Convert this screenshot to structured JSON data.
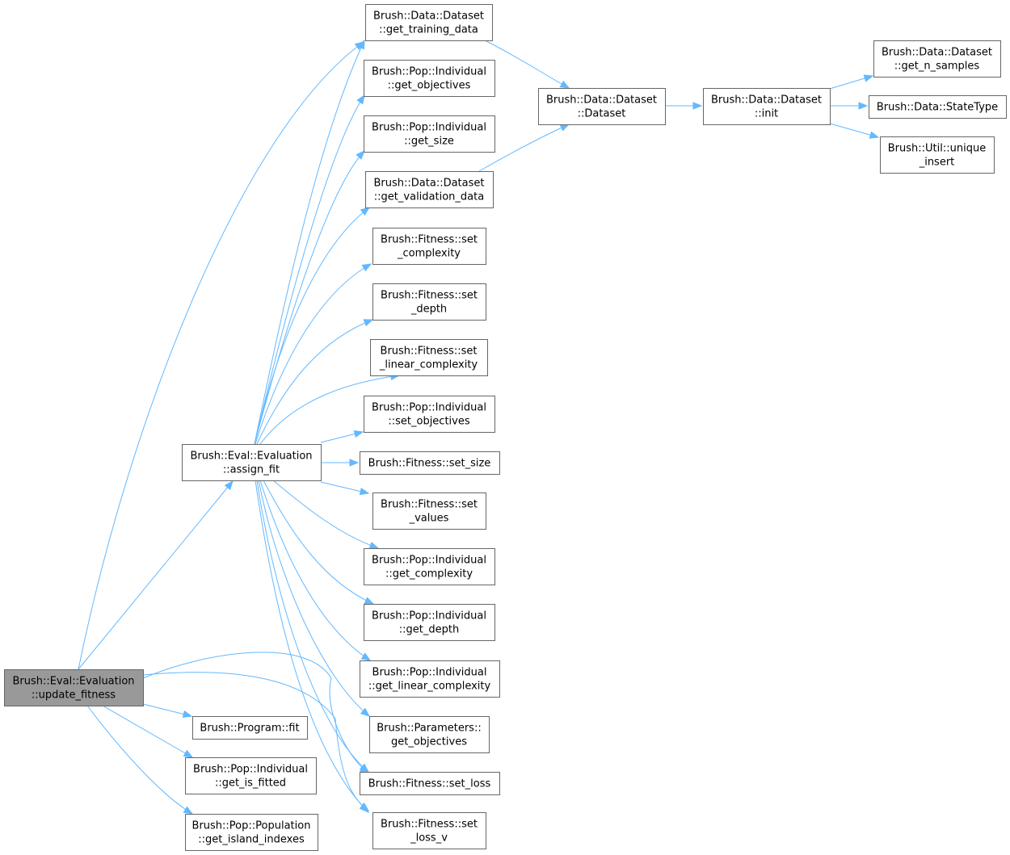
{
  "graph": {
    "type": "call-graph",
    "colors": {
      "edge": "#63b8ff",
      "node_border": "#666666",
      "root_fill": "#999999",
      "node_fill": "#ffffff"
    },
    "nodes": [
      {
        "id": "update_fitness",
        "lines": [
          "Brush::Eval::Evaluation",
          "::update_fitness"
        ],
        "root": true
      },
      {
        "id": "assign_fit",
        "lines": [
          "Brush::Eval::Evaluation",
          "::assign_fit"
        ]
      },
      {
        "id": "get_training_data",
        "lines": [
          "Brush::Data::Dataset",
          "::get_training_data"
        ]
      },
      {
        "id": "get_objectives",
        "lines": [
          "Brush::Pop::Individual",
          "::get_objectives"
        ]
      },
      {
        "id": "get_size",
        "lines": [
          "Brush::Pop::Individual",
          "::get_size"
        ]
      },
      {
        "id": "get_validation_data",
        "lines": [
          "Brush::Data::Dataset",
          "::get_validation_data"
        ]
      },
      {
        "id": "set_complexity",
        "lines": [
          "Brush::Fitness::set",
          "_complexity"
        ]
      },
      {
        "id": "set_depth",
        "lines": [
          "Brush::Fitness::set",
          "_depth"
        ]
      },
      {
        "id": "set_linear_complexity",
        "lines": [
          "Brush::Fitness::set",
          "_linear_complexity"
        ]
      },
      {
        "id": "set_objectives",
        "lines": [
          "Brush::Pop::Individual",
          "::set_objectives"
        ]
      },
      {
        "id": "set_size",
        "lines": [
          "Brush::Fitness::set_size"
        ]
      },
      {
        "id": "set_values",
        "lines": [
          "Brush::Fitness::set",
          "_values"
        ]
      },
      {
        "id": "get_complexity",
        "lines": [
          "Brush::Pop::Individual",
          "::get_complexity"
        ]
      },
      {
        "id": "get_depth",
        "lines": [
          "Brush::Pop::Individual",
          "::get_depth"
        ]
      },
      {
        "id": "get_linear_complexity",
        "lines": [
          "Brush::Pop::Individual",
          "::get_linear_complexity"
        ]
      },
      {
        "id": "params_get_objectives",
        "lines": [
          "Brush::Parameters::",
          "get_objectives"
        ]
      },
      {
        "id": "set_loss",
        "lines": [
          "Brush::Fitness::set_loss"
        ]
      },
      {
        "id": "set_loss_v",
        "lines": [
          "Brush::Fitness::set",
          "_loss_v"
        ]
      },
      {
        "id": "program_fit",
        "lines": [
          "Brush::Program::fit"
        ]
      },
      {
        "id": "get_is_fitted",
        "lines": [
          "Brush::Pop::Individual",
          "::get_is_fitted"
        ]
      },
      {
        "id": "get_island_indexes",
        "lines": [
          "Brush::Pop::Population",
          "::get_island_indexes"
        ]
      },
      {
        "id": "dataset_ctor",
        "lines": [
          "Brush::Data::Dataset",
          "::Dataset"
        ]
      },
      {
        "id": "dataset_init",
        "lines": [
          "Brush::Data::Dataset",
          "::init"
        ]
      },
      {
        "id": "get_n_samples",
        "lines": [
          "Brush::Data::Dataset",
          "::get_n_samples"
        ]
      },
      {
        "id": "state_type",
        "lines": [
          "Brush::Data::StateType"
        ]
      },
      {
        "id": "unique_insert",
        "lines": [
          "Brush::Util::unique",
          "_insert"
        ]
      }
    ],
    "edges": [
      {
        "from": "update_fitness",
        "to": "assign_fit"
      },
      {
        "from": "update_fitness",
        "to": "get_training_data"
      },
      {
        "from": "update_fitness",
        "to": "set_loss"
      },
      {
        "from": "update_fitness",
        "to": "set_loss_v"
      },
      {
        "from": "update_fitness",
        "to": "program_fit"
      },
      {
        "from": "update_fitness",
        "to": "get_is_fitted"
      },
      {
        "from": "update_fitness",
        "to": "get_island_indexes"
      },
      {
        "from": "assign_fit",
        "to": "get_training_data"
      },
      {
        "from": "assign_fit",
        "to": "get_objectives"
      },
      {
        "from": "assign_fit",
        "to": "get_size"
      },
      {
        "from": "assign_fit",
        "to": "get_validation_data"
      },
      {
        "from": "assign_fit",
        "to": "set_complexity"
      },
      {
        "from": "assign_fit",
        "to": "set_depth"
      },
      {
        "from": "assign_fit",
        "to": "set_linear_complexity"
      },
      {
        "from": "assign_fit",
        "to": "set_objectives"
      },
      {
        "from": "assign_fit",
        "to": "set_size"
      },
      {
        "from": "assign_fit",
        "to": "set_values"
      },
      {
        "from": "assign_fit",
        "to": "get_complexity"
      },
      {
        "from": "assign_fit",
        "to": "get_depth"
      },
      {
        "from": "assign_fit",
        "to": "get_linear_complexity"
      },
      {
        "from": "assign_fit",
        "to": "params_get_objectives"
      },
      {
        "from": "assign_fit",
        "to": "set_loss"
      },
      {
        "from": "assign_fit",
        "to": "set_loss_v"
      },
      {
        "from": "get_training_data",
        "to": "dataset_ctor"
      },
      {
        "from": "get_validation_data",
        "to": "dataset_ctor"
      },
      {
        "from": "dataset_ctor",
        "to": "dataset_init"
      },
      {
        "from": "dataset_init",
        "to": "get_n_samples"
      },
      {
        "from": "dataset_init",
        "to": "state_type"
      },
      {
        "from": "dataset_init",
        "to": "unique_insert"
      }
    ]
  }
}
